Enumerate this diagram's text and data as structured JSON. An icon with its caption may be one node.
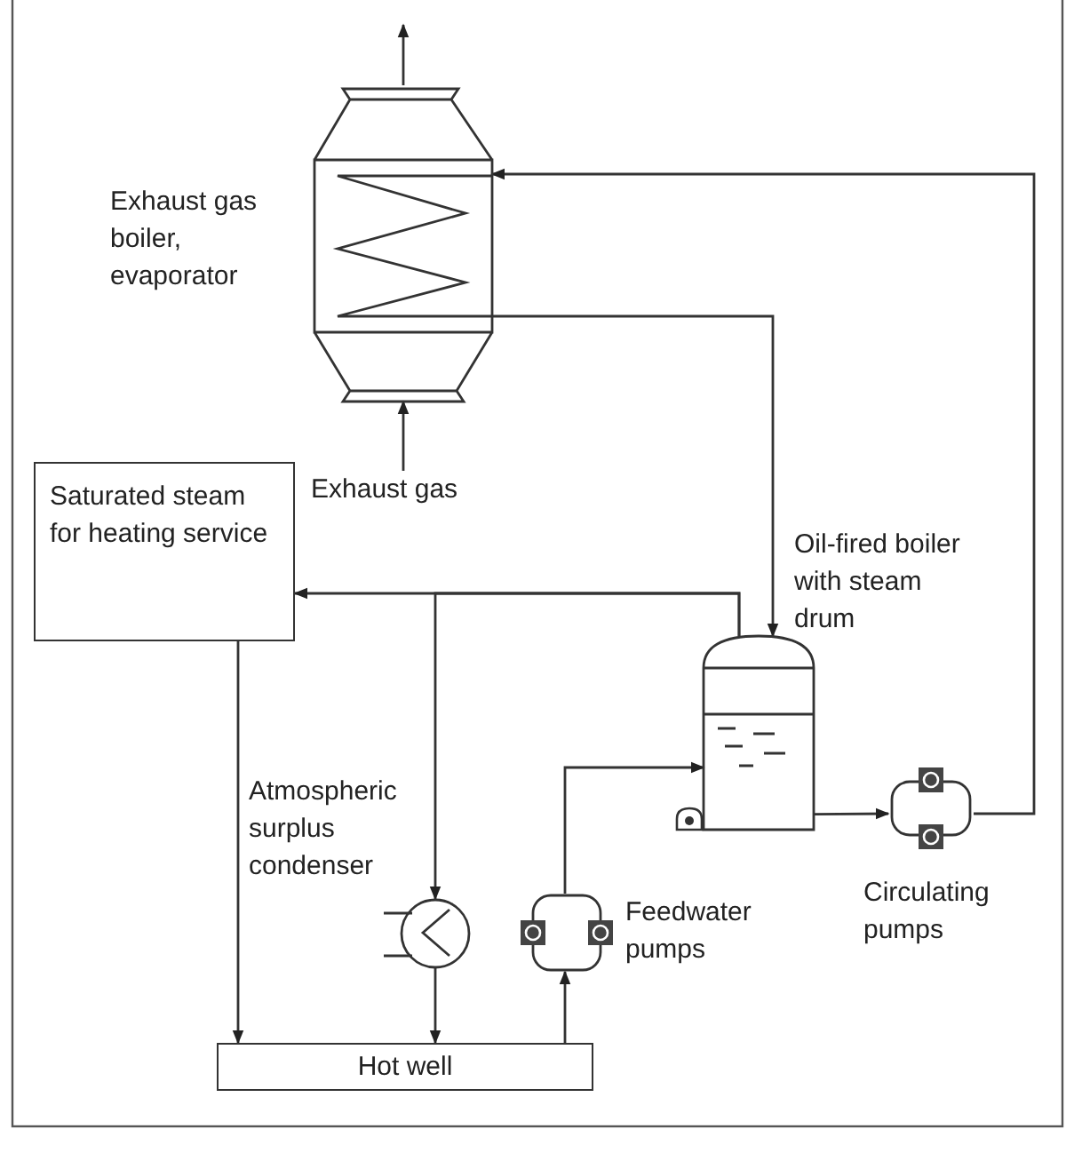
{
  "diagram": {
    "nodes": [
      {
        "text": [
          "Exhaust gas boiler, evaporator"
        ]
      },
      {
        "text": [
          "Saturated steam for heating service"
        ]
      },
      {
        "text": [
          "Oil-fired boiler with steam drum"
        ]
      },
      {
        "text": [
          "Exhaust gas"
        ]
      },
      {
        "text": [
          "Atmospheric surplus condenser"
        ]
      },
      {
        "text": [
          "Feedwater pumps"
        ]
      },
      {
        "text": [
          "Circulating pumps"
        ]
      },
      {
        "text": [
          "Hot well"
        ]
      }
    ],
    "edges": [
      {
        "from": 0,
        "to": null,
        "arrow": "to"
      },
      {
        "from": 3,
        "to": 0,
        "arrow": "to"
      },
      {
        "from": 0,
        "to": 2,
        "arrow": "to"
      },
      {
        "from": 6,
        "to": 0,
        "arrow": "to"
      },
      {
        "from": 2,
        "to": 6,
        "arrow": "to"
      },
      {
        "from": 2,
        "to": 1,
        "arrow": "to"
      },
      {
        "from": 2,
        "to": 4,
        "arrow": "to"
      },
      {
        "from": 1,
        "to": 7,
        "arrow": "to"
      },
      {
        "from": 4,
        "to": 7,
        "arrow": "to"
      },
      {
        "from": 7,
        "to": 5,
        "arrow": "to"
      },
      {
        "from": 5,
        "to": 2,
        "arrow": "to"
      }
    ]
  }
}
